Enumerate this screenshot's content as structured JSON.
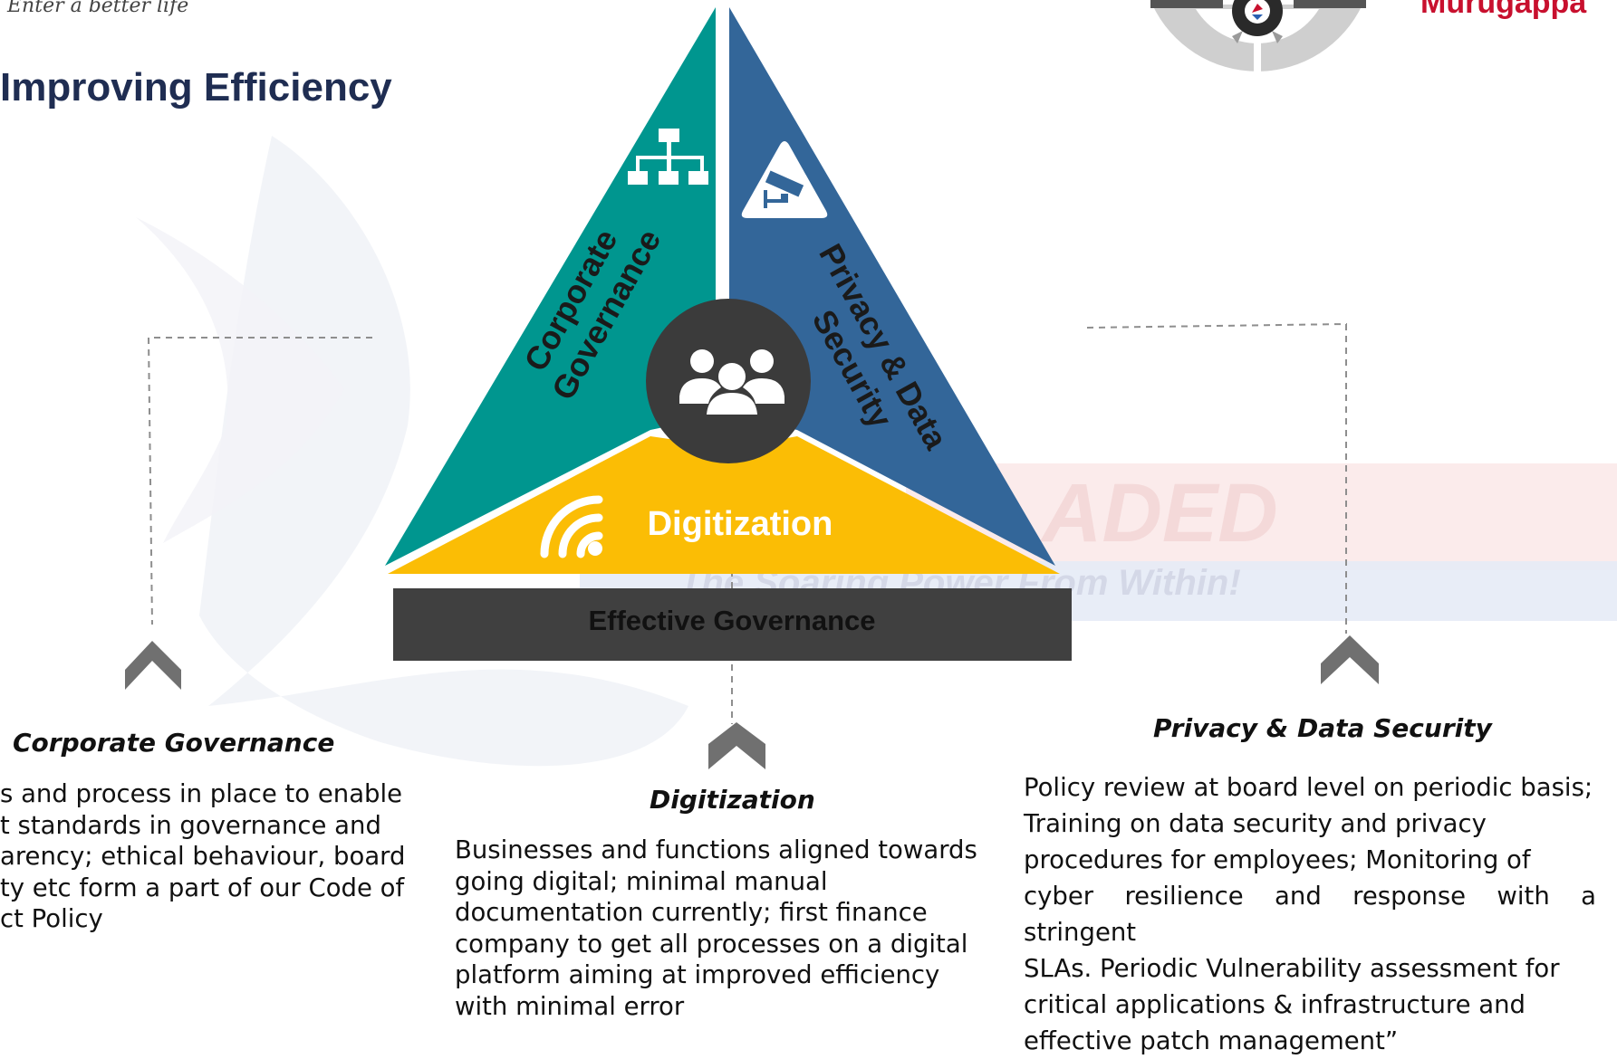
{
  "header": {
    "tagline": "Enter a better life",
    "title": "Improving Efficiency",
    "brand": "Murugappa"
  },
  "watermark": {
    "word": "ADED",
    "slogan": "The Soaring Power From Within!"
  },
  "diagram": {
    "segments": {
      "left": {
        "label_line1": "Corporate",
        "label_line2": "Governance",
        "color": "#00968f",
        "icon": "org-chart-icon"
      },
      "right": {
        "label_line1": "Privacy & Data",
        "label_line2": "Security",
        "color": "#336699",
        "icon": "cctv-camera-icon"
      },
      "bottom": {
        "label": "Digitization",
        "color": "#fbbd05",
        "icon": "wifi-icon"
      }
    },
    "center_icon": "people-group-icon",
    "center_color": "#3b3b3b",
    "base_label": "Effective Governance",
    "base_color": "#404040"
  },
  "sections": {
    "corporate": {
      "heading": "Corporate Governance",
      "lines": [
        "s and process in place to enable",
        "t  standards  in  governance  and",
        "arency; ethical behaviour, board",
        "ty etc form a part of our Code of",
        "ct Policy"
      ]
    },
    "digitization": {
      "heading": "Digitization",
      "lines": [
        "Businesses and functions aligned towards",
        "going        digital;        minimal        manual",
        "documentation  currently;  first  finance",
        "company to get all processes on a digital",
        "platform  aiming  at  improved  efficiency",
        "with minimal error"
      ]
    },
    "privacy": {
      "heading": "Privacy & Data Security",
      "lines": [
        "Policy review at board level on periodic basis;",
        "Training    on    data    security    and    privacy",
        "procedures  for  employees;  Monitoring  of",
        "cyber resilience and response with a stringent",
        "SLAs.  Periodic  Vulnerability  assessment  for",
        "critical    applications  &    infrastructure  and",
        "effective patch management”"
      ]
    }
  }
}
